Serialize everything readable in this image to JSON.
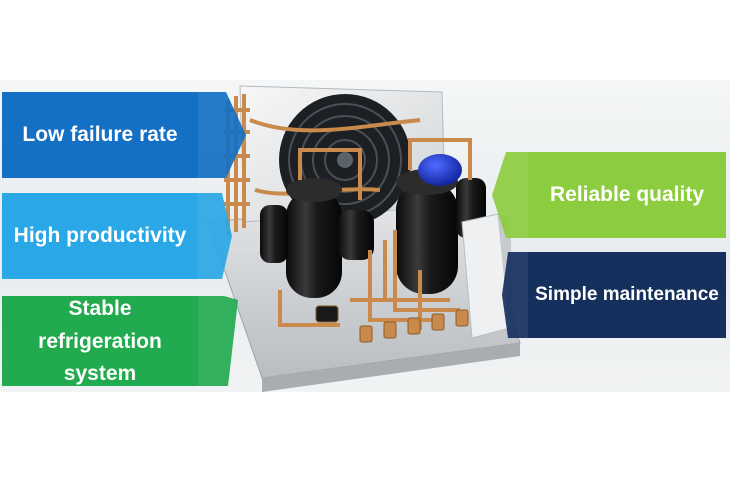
{
  "features": {
    "low_failure_rate": "Low failure rate",
    "high_productivity": "High productivity",
    "stable_line1": "Stable",
    "stable_line2": "refrigeration system",
    "reliable_quality": "Reliable quality",
    "simple_maintenance": "Simple maintenance"
  },
  "colors": {
    "blue_dark": "#1370c4",
    "blue_light": "#2aa7e6",
    "green": "#22aa4e",
    "lime": "#8ccc3f",
    "navy": "#16305e",
    "copper": "#c98a4b"
  }
}
